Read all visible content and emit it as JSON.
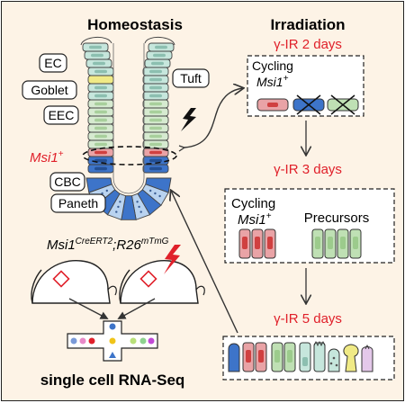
{
  "homeostasis": {
    "title": "Homeostasis",
    "labels": {
      "ec": "EC",
      "goblet": "Goblet",
      "tuft": "Tuft",
      "eec": "EEC",
      "msi1": "Msi1",
      "msi1_sup": "+",
      "cbc": "CBC",
      "paneth": "Paneth"
    },
    "genotype": {
      "gene1": "Msi1",
      "gene1_sup": "CreERT2",
      "sep": ";",
      "gene2": "R26",
      "gene2_sup": "mTmG"
    },
    "output_label": "single cell RNA-Seq"
  },
  "irradiation": {
    "title": "Irradiation",
    "day2": {
      "label": "γ-IR 2 days",
      "box_label": "Cycling",
      "box_gene": "Msi1",
      "box_gene_sup": "+"
    },
    "day3": {
      "label": "γ-IR 3 days",
      "cycling": "Cycling",
      "cycling_gene": "Msi1",
      "cycling_gene_sup": "+",
      "precursors": "Precursors"
    },
    "day5": {
      "label": "γ-IR 5 days"
    }
  },
  "colors": {
    "accent_red": "#e0202a",
    "cycling_cell": "#e9a3a6",
    "precursor_cell": "#bfe0b4",
    "cbc_blue": "#3d74c9",
    "ec_cell": "#c6e6dc",
    "goblet_yellow": "#f0ea86",
    "background": "#fdf3e6"
  }
}
